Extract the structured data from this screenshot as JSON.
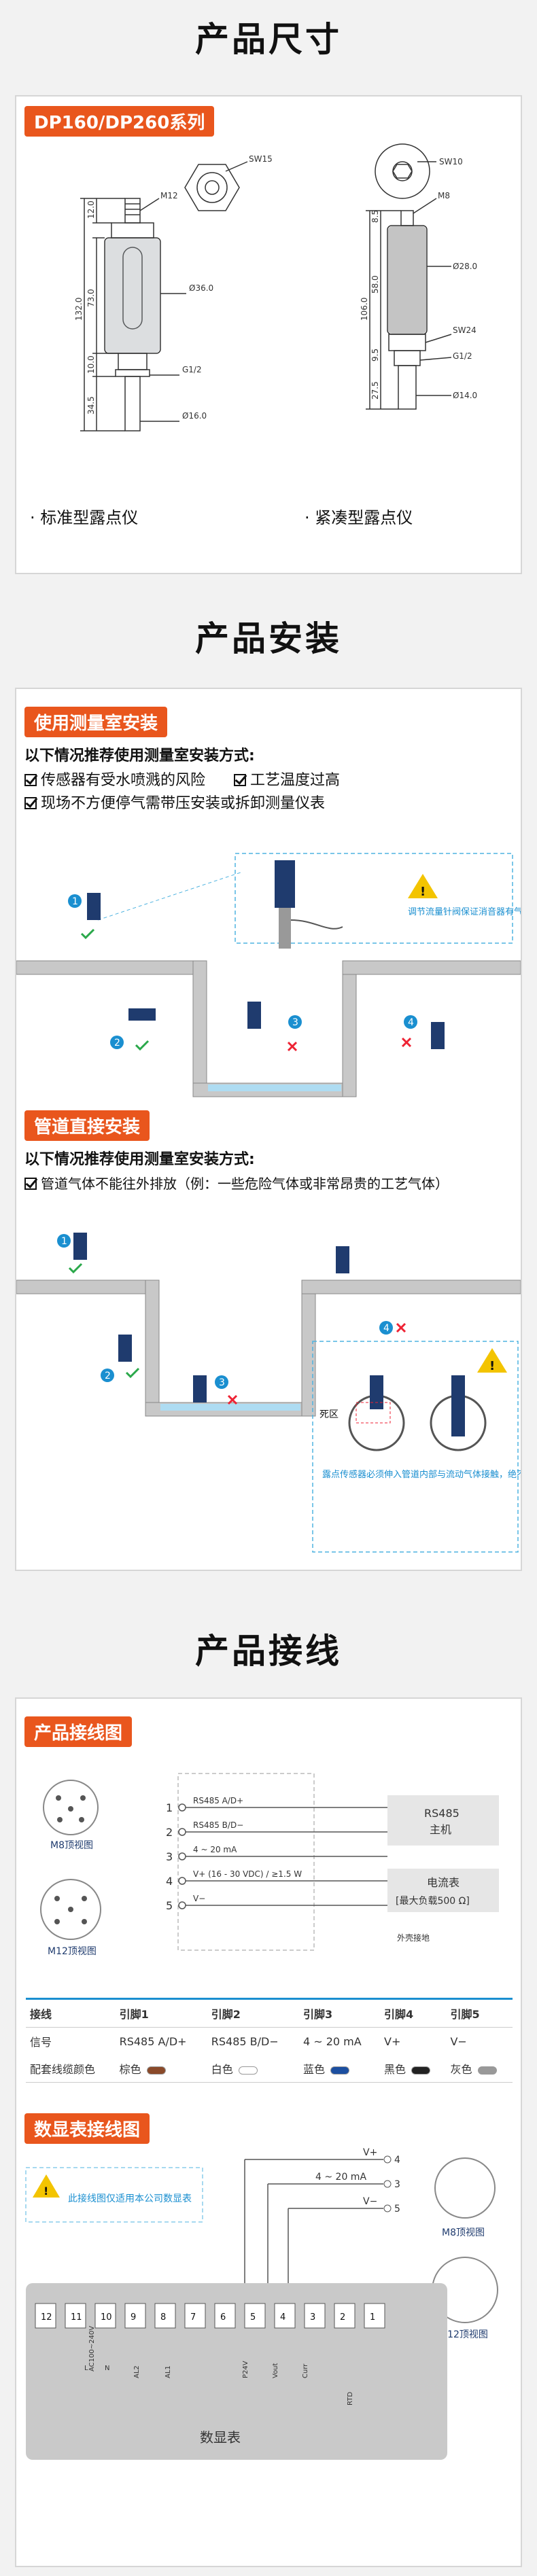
{
  "sections": {
    "size": "产品尺寸",
    "install": "产品安装",
    "wiring": "产品接线"
  },
  "size": {
    "tag": "DP160/DP260系列",
    "std": {
      "caption": "标准型露点仪",
      "sw": "SW15",
      "thread": "M12",
      "d1": "Ø36.0",
      "g": "G1/2",
      "d2": "Ø16.0",
      "h_total": "132.0",
      "h1": "12.0",
      "h2": "73.0",
      "h3": "10.0",
      "h4": "34.5"
    },
    "cmp": {
      "caption": "紧凑型露点仪",
      "sw": "SW10",
      "thread": "M8",
      "d1": "Ø28.0",
      "sw2": "SW24",
      "g": "G1/2",
      "d2": "Ø14.0",
      "h_total": "106.0",
      "h1": "8.5",
      "h2": "58.0",
      "h3": "9.5",
      "h4": "27.5"
    }
  },
  "install": {
    "tag1": "使用测量室安装",
    "intro1": "以下情况推荐使用测量室安装方式:",
    "c1": "传感器有受水喷溅的风险",
    "c2": "工艺温度过高",
    "c3": "现场不方便停气需带压安装或拆卸测量仪表",
    "note1": "调节流量针阀保证消音器有气体排出",
    "tag2": "管道直接安装",
    "intro2": "以下情况推荐使用测量室安装方式:",
    "c4": "管道气体不能往外排放（例：一些危险气体或非常昂贵的工艺气体）",
    "deadzone": "死区",
    "note2": "露点传感器必须伸入管道内部与流动气体接触，绝不可形成死区",
    "nums": [
      "1",
      "2",
      "3",
      "4"
    ]
  },
  "wiring": {
    "tag1": "产品接线图",
    "m8": "M8顶视图",
    "m12": "M12顶视图",
    "lines": [
      {
        "n": "1",
        "label": "RS485 A/D+"
      },
      {
        "n": "2",
        "label": "RS485 B/D−"
      },
      {
        "n": "3",
        "label": "4 ~ 20 mA"
      },
      {
        "n": "4",
        "label": "V+ (16 - 30 VDC) / ≥1.5 W"
      },
      {
        "n": "5",
        "label": "V−"
      }
    ],
    "box_rs485": "RS485",
    "box_host": "主机",
    "box_meter": "电流表",
    "box_load": "[最大负载500 Ω]",
    "ground": "外壳接地",
    "table": {
      "headers": [
        "接线",
        "引脚1",
        "引脚2",
        "引脚3",
        "引脚4",
        "引脚5"
      ],
      "signal": [
        "信号",
        "RS485 A/D+",
        "RS485 B/D−",
        "4 ~ 20 mA",
        "V+",
        "V−"
      ],
      "color": [
        "配套线缆颜色",
        "棕色",
        "白色",
        "蓝色",
        "黑色",
        "灰色"
      ],
      "colors": [
        "#8a4a2a",
        "#ffffff",
        "#1c4fa0",
        "#222222",
        "#999999"
      ]
    },
    "tag2": "数显表接线图",
    "note": "此接线图仅适用本公司数显表",
    "meter": "数显表",
    "vplus": "V+",
    "ma": "4 ~ 20 mA",
    "vminus": "V−",
    "term": [
      "12",
      "11",
      "10",
      "9",
      "8",
      "7",
      "6",
      "5",
      "4",
      "3",
      "2",
      "1"
    ],
    "t_labels": {
      "ac": "AC100~240V",
      "al1": "AL1",
      "al2": "AL2",
      "p24": "P24V",
      "vout": "Vout",
      "cur": "Curr",
      "rtd": "RTD",
      "n": "N",
      "l": "L"
    }
  }
}
